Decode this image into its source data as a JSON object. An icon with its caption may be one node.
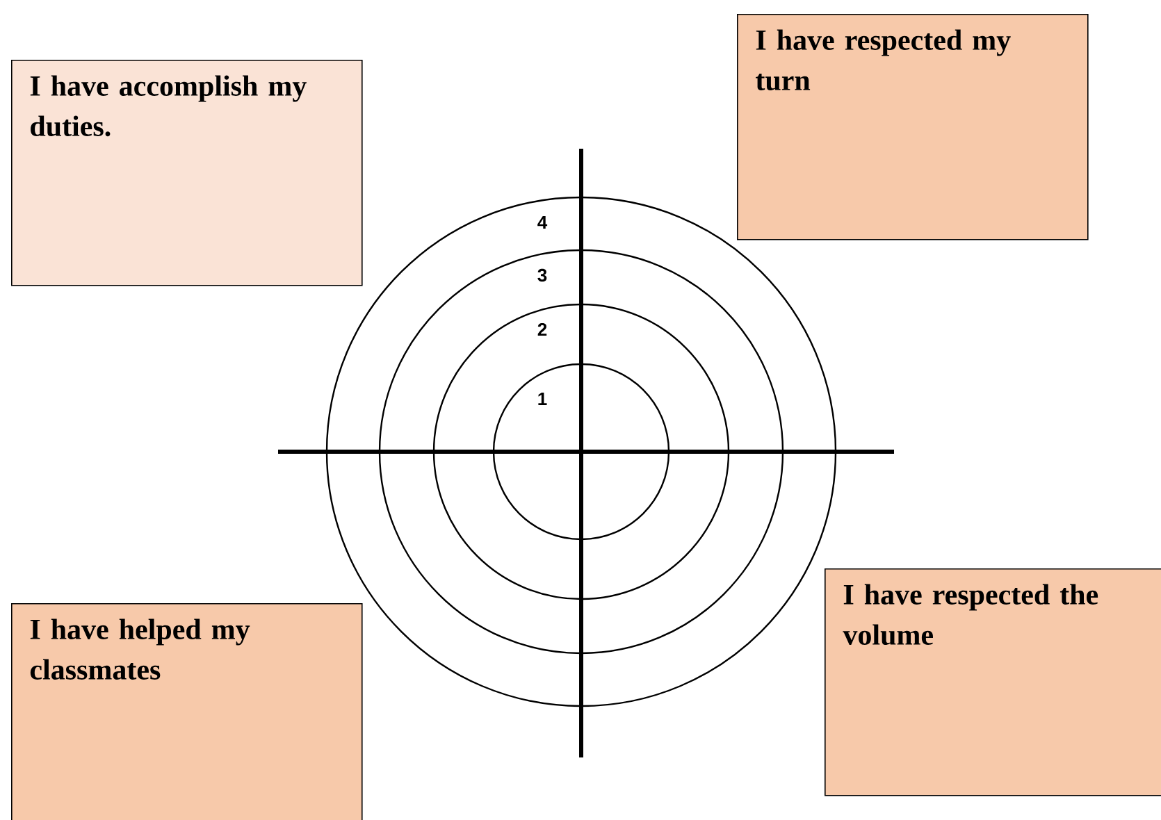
{
  "diagram": {
    "nodes": [
      {
        "text": [
          "I have accomplish my duties."
        ]
      },
      {
        "text": [
          "I have respected my turn"
        ]
      },
      {
        "text": [
          "I have helped my classmates"
        ]
      },
      {
        "text": [
          "I have respected the volume"
        ]
      }
    ],
    "labels": [
      "4",
      "3",
      "2",
      "1"
    ]
  }
}
